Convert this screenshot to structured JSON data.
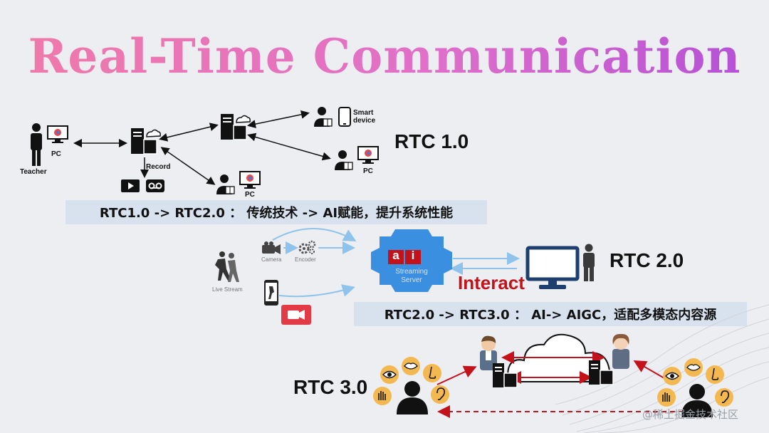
{
  "title": "Real-Time Communication",
  "rtc1": {
    "label": "RTC 1.0",
    "teacher": "Teacher",
    "pc": "PC",
    "record": "Record",
    "smart_device": "Smart device"
  },
  "band1": "RTC1.0 -> RTC2.0 ： 传统技术 -> AI赋能，提升系统性能",
  "rtc2": {
    "label": "RTC 2.0",
    "camera": "Camera",
    "encoder": "Encoder",
    "live_stream": "Live Stream",
    "ai_letters": [
      "a",
      "i"
    ],
    "server_line1": "Streaming",
    "server_line2": "Server",
    "interact": "Interact"
  },
  "band2": "RTC2.0 -> RTC3.0 ： AI-> AIGC，适配多模态内容源",
  "rtc3": {
    "label": "RTC 3.0"
  },
  "watermark": "@稀土掘金技术社区",
  "colors": {
    "accent_red": "#c4121a",
    "band": "#d8e2ef",
    "gear_blue": "#3b8fe0",
    "sense_orange": "#f4b850"
  },
  "icons": [
    "person-icon",
    "desktop-icon",
    "server-icon",
    "cloud-icon",
    "smartphone-icon",
    "play-icon",
    "tape-icon",
    "camera-icon",
    "gear-icon",
    "monitor-icon",
    "avatar-icon",
    "eye-icon",
    "ear-icon",
    "nose-icon",
    "lips-icon",
    "hand-icon"
  ]
}
